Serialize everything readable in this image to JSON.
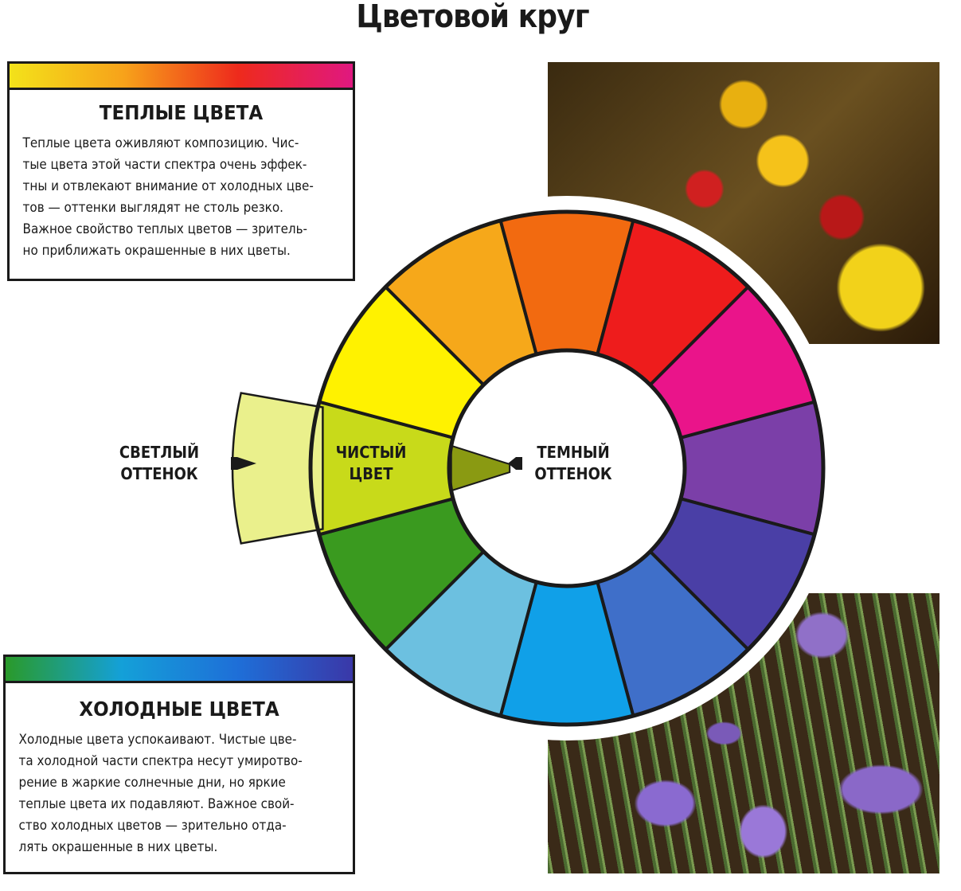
{
  "title": "Цветовой круг",
  "warm": {
    "heading": "ТЕПЛЫЕ ЦВЕТА",
    "lines": [
      "Теплые цвета оживляют композицию. Чис-",
      "тые цвета этой части спектра очень эффек-",
      "тны и отвлекают внимание от холодных цве-",
      "тов — оттенки выглядят не столь резко.",
      "Важное свойство теплых цветов — зритель-",
      "но приближать окрашенные в них цветы."
    ],
    "gradient": [
      "#f3e21a",
      "#f7a21a",
      "#ee2a1c",
      "#e01880"
    ]
  },
  "cold": {
    "heading": "ХОЛОДНЫЕ ЦВЕТА",
    "lines": [
      "Холодные цвета успокаивают. Чистые цве-",
      "та холодной части спектра несут умиротво-",
      "рение в жаркие солнечные дни, но яркие",
      "теплые цвета их подавляют. Важное свой-",
      "ство холодных цветов — зрительно отда-",
      "лять окрашенные в них цветы."
    ],
    "gradient": [
      "#2a9a2a",
      "#14a0d8",
      "#1e6fd8",
      "#3a38a8"
    ]
  },
  "wheel": {
    "segments_clockwise_from_right": [
      "#7b3fa8",
      "#4a3fa6",
      "#3f6fc9",
      "#10a0e8",
      "#6cc0e0",
      "#3a9a1f",
      "#c8da1a",
      "#fff200",
      "#f6a81a",
      "#f26a10",
      "#ee1c1c",
      "#ea148a"
    ],
    "tint_color": "#eaf08c",
    "shade_color": "#8a9a12",
    "labels": {
      "light": [
        "СВЕТЛЫЙ",
        "ОТТЕНОК"
      ],
      "pure": [
        "ЧИСТЫЙ",
        "ЦВЕТ"
      ],
      "dark": [
        "ТЕМНЫЙ",
        "ОТТЕНОК"
      ]
    }
  },
  "photos": {
    "top": "warm-flowers-photo",
    "bottom": "iris-flowers-photo"
  }
}
